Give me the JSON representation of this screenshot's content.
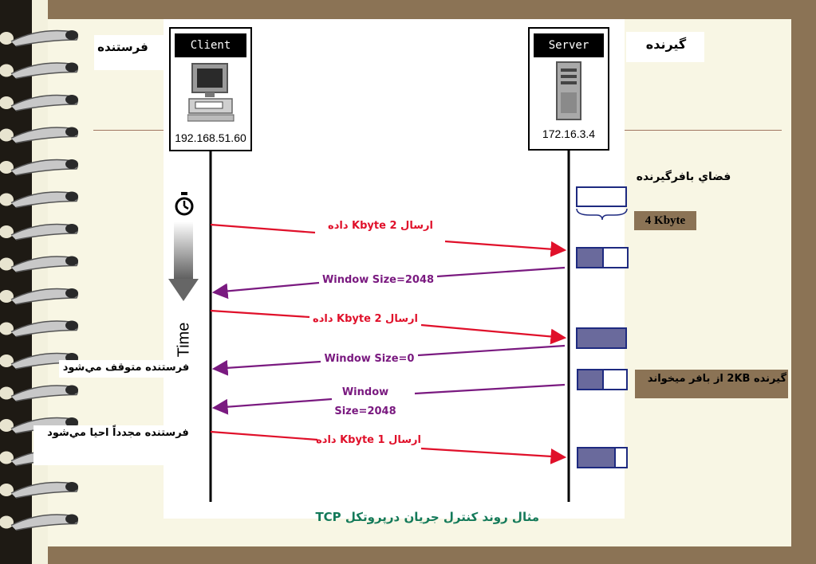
{
  "labels": {
    "sender": "فرستنده",
    "receiver": "گيرنده",
    "buffer_space": "فضاي بافرگيرنده",
    "buffer_size": "4 Kbyte",
    "time": "Time",
    "sender_stops": "فرستنده متوقف مي‌شود",
    "sender_revives": "فرستنده مجدداً احيا مي‌شود",
    "receiver_reads": "گيرنده 2KB از بافر ميخواند",
    "caption": "مثال روند کنترل جريان درپروتکل TCP"
  },
  "client": {
    "title": "Client",
    "ip": "192.168.51.60"
  },
  "server": {
    "title": "Server",
    "ip": "172.16.3.4"
  },
  "messages": [
    {
      "text": "ارسال 2 Kbyte داده",
      "direction": "client-to-server",
      "color": "#e0102a"
    },
    {
      "text": "Window Size=2048",
      "direction": "server-to-client",
      "color": "#7a1a80"
    },
    {
      "text": "ارسال 2 Kbyte داده",
      "direction": "client-to-server",
      "color": "#e0102a"
    },
    {
      "text": "Window Size=0",
      "direction": "server-to-client",
      "color": "#7a1a80"
    },
    {
      "text_line1": "Window",
      "text_line2": "Size=2048",
      "direction": "server-to-client",
      "color": "#7a1a80"
    },
    {
      "text": "ارسال 1 Kbyte داده",
      "direction": "client-to-server",
      "color": "#e0102a"
    }
  ],
  "buffers": [
    {
      "fill": 0.0
    },
    {
      "fill": 0.5
    },
    {
      "fill": 1.0
    },
    {
      "fill": 0.5
    },
    {
      "fill": 0.75
    }
  ],
  "colors": {
    "background": "#8b7355",
    "page": "#f8f6e4",
    "arrow_red": "#e0102a",
    "arrow_purple": "#7a1a80",
    "buffer_border": "#1e2a80",
    "buffer_fill": "#6a6a9c",
    "caption": "#147a5a"
  }
}
